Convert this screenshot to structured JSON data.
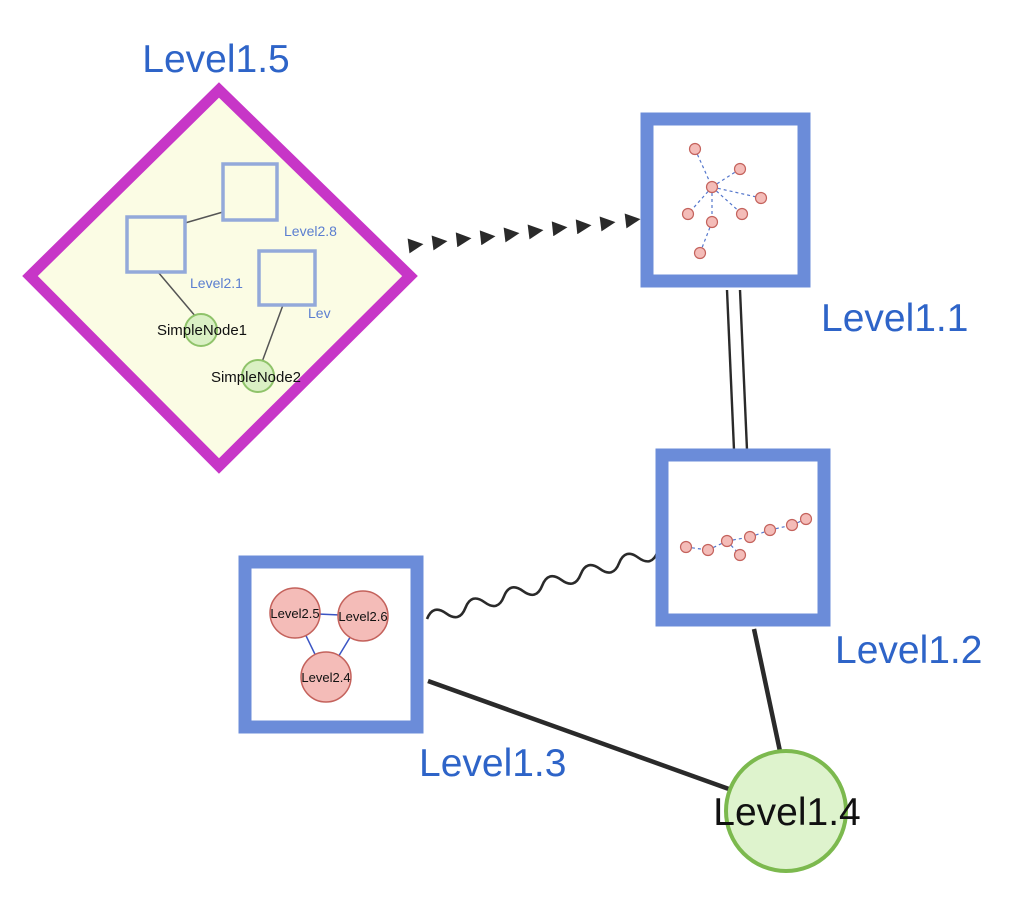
{
  "nodes": {
    "level15": {
      "label": "Level1.5",
      "shape": "diamond-group"
    },
    "level11": {
      "label": "Level1.1",
      "shape": "square-group"
    },
    "level12": {
      "label": "Level1.2",
      "shape": "square-group"
    },
    "level13": {
      "label": "Level1.3",
      "shape": "square-group"
    },
    "level14": {
      "label": "Level1.4",
      "shape": "circle"
    },
    "level28": {
      "label": "Level2.8"
    },
    "level21": {
      "label": "Level2.1"
    },
    "lev": {
      "label": "Lev"
    },
    "simplenode1": {
      "label": "SimpleNode1"
    },
    "simplenode2": {
      "label": "SimpleNode2"
    },
    "level25": {
      "label": "Level2.5"
    },
    "level26": {
      "label": "Level2.6"
    },
    "level24": {
      "label": "Level2.4"
    }
  },
  "colors": {
    "label_blue": "#2e64c8",
    "child_label_blue": "#5b7ed0",
    "label_black": "#111111",
    "diamond_border": "#c736c7",
    "diamond_fill": "#fbfce4",
    "group_square_border": "#6b8cd9",
    "group_square_fill": "#ffffff",
    "inner_square_border": "#93a9da",
    "green_node_fill": "#daf0c4",
    "green_node_border": "#8fc36a",
    "big_green_fill": "#def3cd",
    "big_green_border": "#7cb94e",
    "pink_node_fill": "#f4bcb8",
    "pink_node_border": "#c4625c",
    "edge_dark": "#2a2a2a",
    "inner_edge_gray": "#555555",
    "dashed_edge_blue": "#5577cc",
    "triangle_edge_blue": "#3b55c4"
  }
}
